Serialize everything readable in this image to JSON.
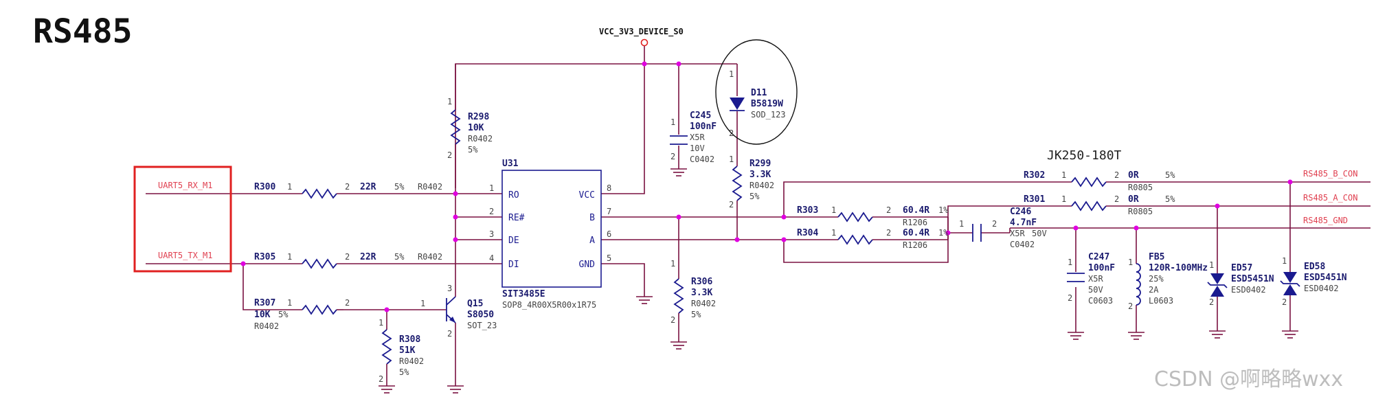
{
  "title": "RS485",
  "power_net": "VCC_3V3_DEVICE_S0",
  "connector_label": "JK250-180T",
  "watermark": "CSDN @啊略略wxx",
  "highlight_color": "#e02020",
  "nets": {
    "rx": "UART5_RX_M1",
    "tx": "UART5_TX_M1",
    "b": "RS485_B_CON",
    "a": "RS485_A_CON",
    "gnd": "RS485_GND"
  },
  "ic": {
    "ref": "U31",
    "part": "SIT3485E",
    "package": "SOP8_4R00X5R00x1R75",
    "left_pins": [
      {
        "num": "1",
        "name": "RO"
      },
      {
        "num": "2",
        "name": "RE#"
      },
      {
        "num": "3",
        "name": "DE"
      },
      {
        "num": "4",
        "name": "DI"
      }
    ],
    "right_pins": [
      {
        "num": "8",
        "name": "VCC"
      },
      {
        "num": "7",
        "name": "B"
      },
      {
        "num": "6",
        "name": "A"
      },
      {
        "num": "5",
        "name": "GND"
      }
    ]
  },
  "components": {
    "R298": {
      "ref": "R298",
      "value": "10K",
      "pkg": "R0402",
      "tol": "5%",
      "p1": "1",
      "p2": "2"
    },
    "R300": {
      "ref": "R300",
      "value": "22R",
      "pkg": "R0402",
      "tol": "5%",
      "p1": "1",
      "p2": "2"
    },
    "R305": {
      "ref": "R305",
      "value": "22R",
      "pkg": "R0402",
      "tol": "5%",
      "p1": "1",
      "p2": "2"
    },
    "R307": {
      "ref": "R307",
      "value": "10K",
      "pkg": "R0402",
      "tol": "5%",
      "p1": "1",
      "p2": "2"
    },
    "R308": {
      "ref": "R308",
      "value": "51K",
      "pkg": "R0402",
      "tol": "5%",
      "p1": "1",
      "p2": "2"
    },
    "Q15": {
      "ref": "Q15",
      "value": "S8050",
      "pkg": "SOT_23",
      "p1": "1",
      "p2": "2",
      "p3": "3"
    },
    "C245": {
      "ref": "C245",
      "value": "100nF",
      "diel": "X5R",
      "volt": "10V",
      "pkg": "C0402",
      "p1": "1",
      "p2": "2"
    },
    "D11": {
      "ref": "D11",
      "value": "B5819W",
      "pkg": "SOD_123",
      "p1": "1",
      "p2": "2"
    },
    "R299": {
      "ref": "R299",
      "value": "3.3K",
      "pkg": "R0402",
      "tol": "5%",
      "p1": "1",
      "p2": "2"
    },
    "R306": {
      "ref": "R306",
      "value": "3.3K",
      "pkg": "R0402",
      "tol": "5%",
      "p1": "1",
      "p2": "2"
    },
    "R302": {
      "ref": "R302",
      "value": "0R",
      "pkg": "R0805",
      "tol": "5%",
      "p1": "1",
      "p2": "2"
    },
    "R301": {
      "ref": "R301",
      "value": "0R",
      "pkg": "R0805",
      "tol": "5%",
      "p1": "1",
      "p2": "2"
    },
    "R303": {
      "ref": "R303",
      "value": "60.4R",
      "pkg": "R1206",
      "tol": "1%",
      "p1": "1",
      "p2": "2"
    },
    "R304": {
      "ref": "R304",
      "value": "60.4R",
      "pkg": "R1206",
      "tol": "1%",
      "p1": "1",
      "p2": "2"
    },
    "C246": {
      "ref": "C246",
      "value": "4.7nF",
      "diel": "X5R",
      "volt": "50V",
      "pkg": "C0402",
      "p1": "1",
      "p2": "2"
    },
    "C247": {
      "ref": "C247",
      "value": "100nF",
      "diel": "X5R",
      "volt": "50V",
      "pkg": "C0603",
      "p1": "1",
      "p2": "2"
    },
    "FB5": {
      "ref": "FB5",
      "value": "120R-100MHz",
      "tol": "25%",
      "current": "2A",
      "pkg": "L0603",
      "p1": "1",
      "p2": "2"
    },
    "ED57": {
      "ref": "ED57",
      "value": "ESD5451N",
      "pkg": "ESD0402",
      "p1": "1",
      "p2": "2"
    },
    "ED58": {
      "ref": "ED58",
      "value": "ESD5451N",
      "pkg": "ESD0402",
      "p1": "1",
      "p2": "2"
    }
  }
}
